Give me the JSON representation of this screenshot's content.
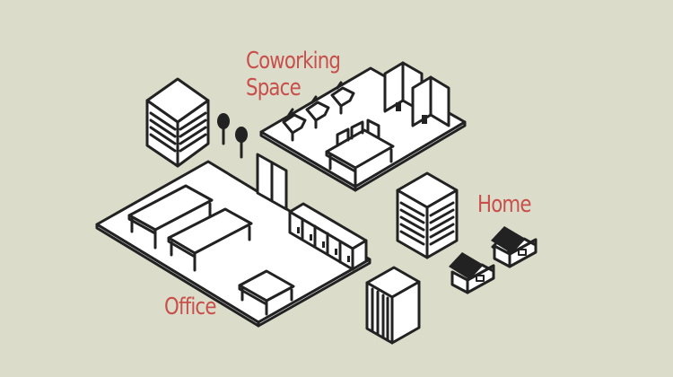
{
  "labels": {
    "coworking_line1": "Coworking",
    "coworking_line2": "Space",
    "home": "Home",
    "office": "Office"
  },
  "colors": {
    "background": "#dcdccb",
    "label": "#c8504b",
    "outline": "#222222",
    "fill": "#ffffff"
  }
}
